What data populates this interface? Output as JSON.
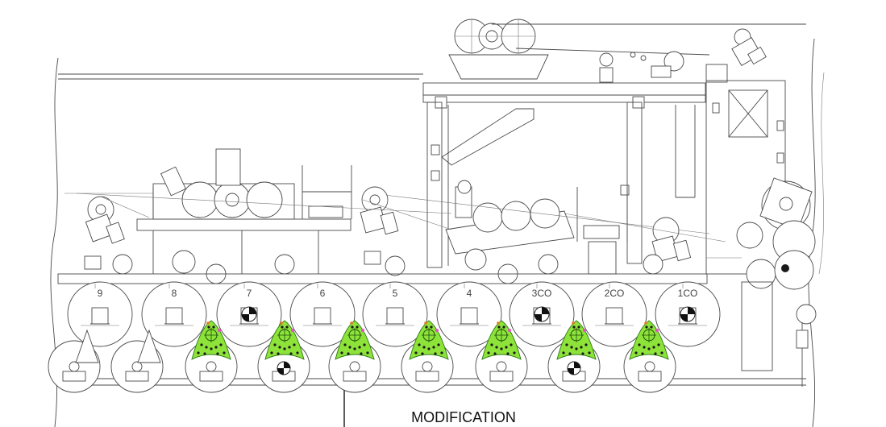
{
  "caption": "MODIFICATION",
  "rolls": [
    {
      "label": "9"
    },
    {
      "label": "8"
    },
    {
      "label": "7",
      "center_mark": true
    },
    {
      "label": "6"
    },
    {
      "label": "5"
    },
    {
      "label": "4"
    },
    {
      "label": "3CO",
      "center_mark": true
    },
    {
      "label": "2CO"
    },
    {
      "label": "1CO",
      "center_mark": true
    }
  ],
  "highlight_color": "#8ee33a",
  "center_mark_icon": "alignment-target-icon"
}
